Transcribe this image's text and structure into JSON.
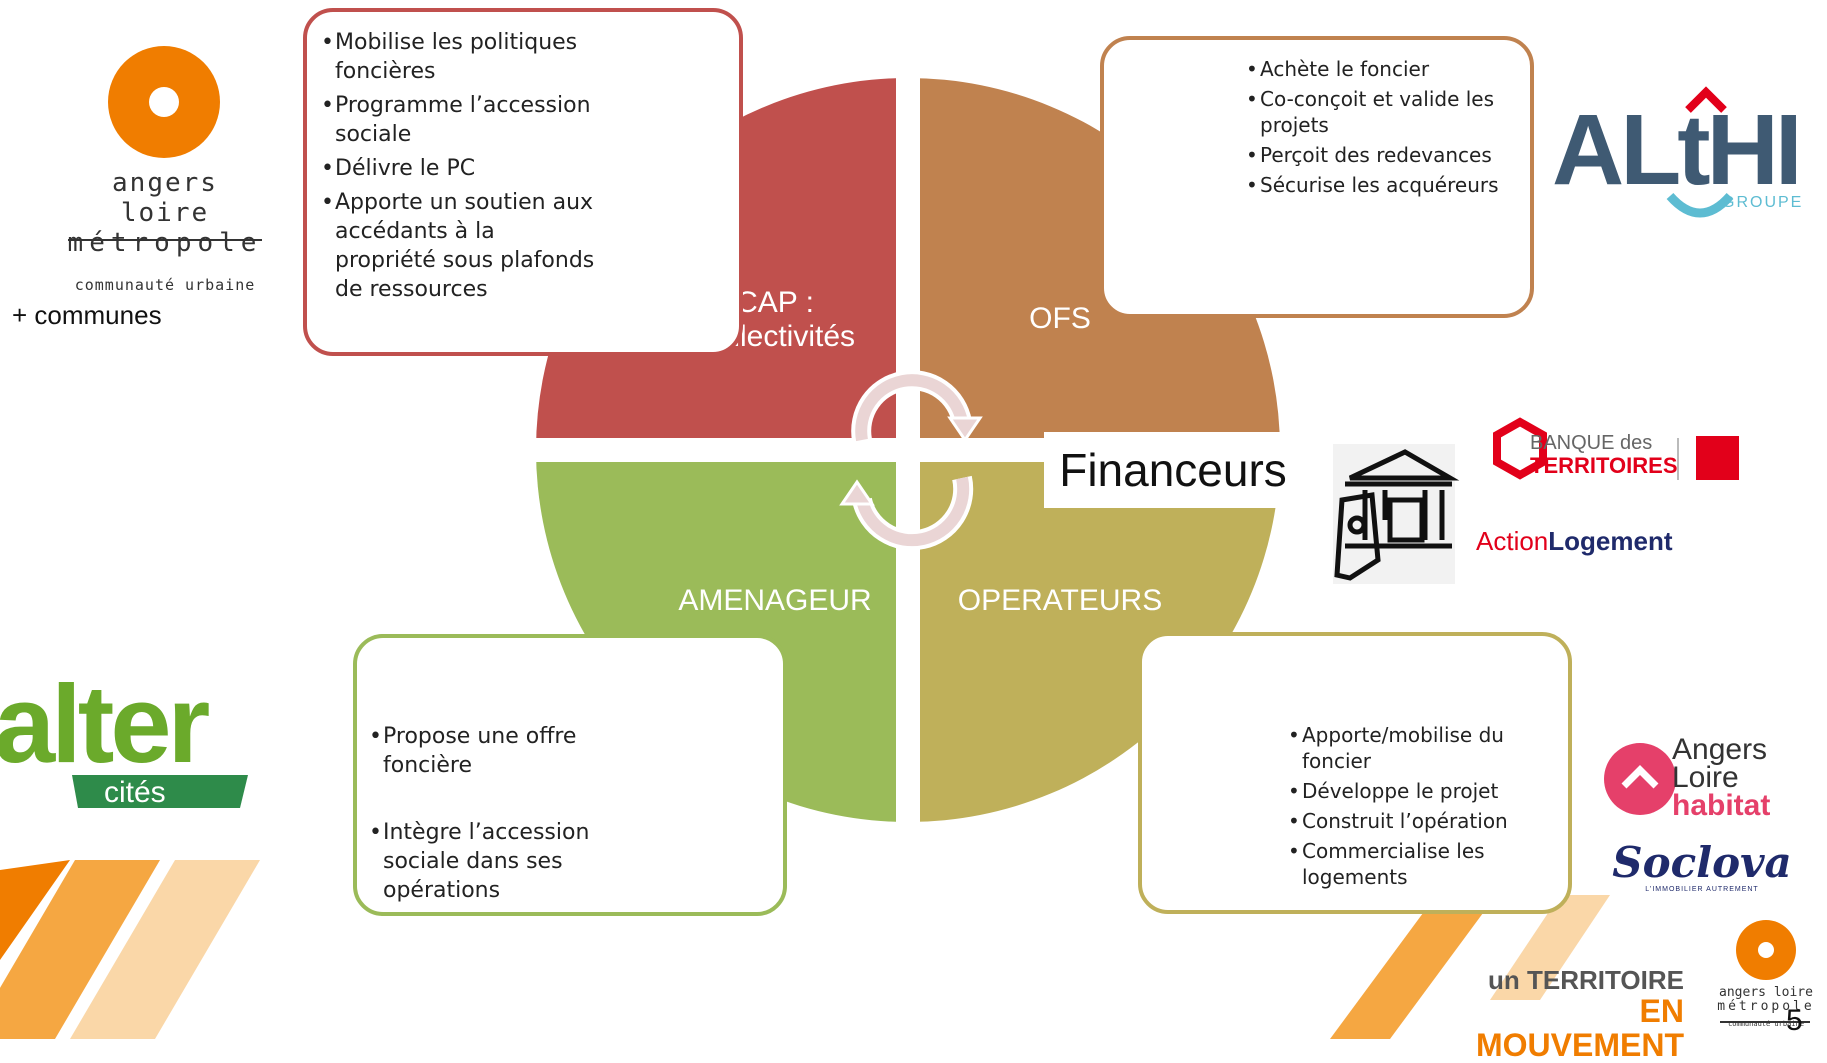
{
  "quadrants": {
    "top_left": {
      "label_line1": "CAP :",
      "label_line2": "Collectivités",
      "color": "#C0504D"
    },
    "top_right": {
      "label": "OFS",
      "color": "#C0824F"
    },
    "bottom_left": {
      "label": "AMENAGEUR",
      "color": "#9BBB59"
    },
    "bottom_right": {
      "label": "OPERATEURS",
      "color": "#BFB05A"
    }
  },
  "boxes": {
    "cap": {
      "border": "#C0504D",
      "items": [
        "Mobilise les politiques foncières",
        "Programme l’accession sociale",
        "Délivre le PC",
        "Apporte un soutien aux accédants à la propriété sous plafonds de ressources"
      ]
    },
    "ofs": {
      "border": "#C0824F",
      "items": [
        "Achète le foncier",
        "Co-conçoit et valide les projets",
        "Perçoit des redevances",
        "Sécurise les acquéreurs"
      ]
    },
    "amenageur": {
      "border": "#9BBB59",
      "items": [
        "Propose une offre foncière",
        "Intègre l’accession sociale dans ses opérations"
      ]
    },
    "operateurs": {
      "border": "#BFB05A",
      "items": [
        "Apporte/mobilise du foncier",
        "Développe le projet",
        "Construit l’opération",
        "Commercialise les logements"
      ]
    }
  },
  "financeurs": {
    "label": "Financeurs"
  },
  "logos": {
    "alm_top": {
      "line1": "angers loire",
      "line2": "métropole",
      "line3": "communauté urbaine",
      "color": "#F07D00"
    },
    "communes": "+ communes",
    "althi": {
      "name": "ALtHI",
      "sub": "GROUPE",
      "color": "#3F5A73"
    },
    "banque": {
      "line1": "BANQUE des",
      "line2": "TERRITOIRES",
      "color": "#E2001A"
    },
    "action": {
      "part1": "Action",
      "part2": "Logement",
      "color": "#E2001A"
    },
    "alter": {
      "name": "alter",
      "sub": "cités",
      "color": "#6BAA2B"
    },
    "alh": {
      "line1": "Angers",
      "line2": "Loire",
      "line3": "habitat",
      "color": "#E5406A"
    },
    "soclova": {
      "name": "Soclova",
      "sub": "L’IMMOBILIER AUTREMENT",
      "color": "#1F2A6B"
    },
    "territoire": {
      "line1": "un TERRITOIRE",
      "line2_a": "EN",
      "line2_b": "MOUVEMENT",
      "color": "#F07D00"
    },
    "alm_bottom": {
      "line1": "angers loire",
      "line2": "métropole",
      "line3": "communauté urbaine"
    },
    "page_number": "5"
  }
}
